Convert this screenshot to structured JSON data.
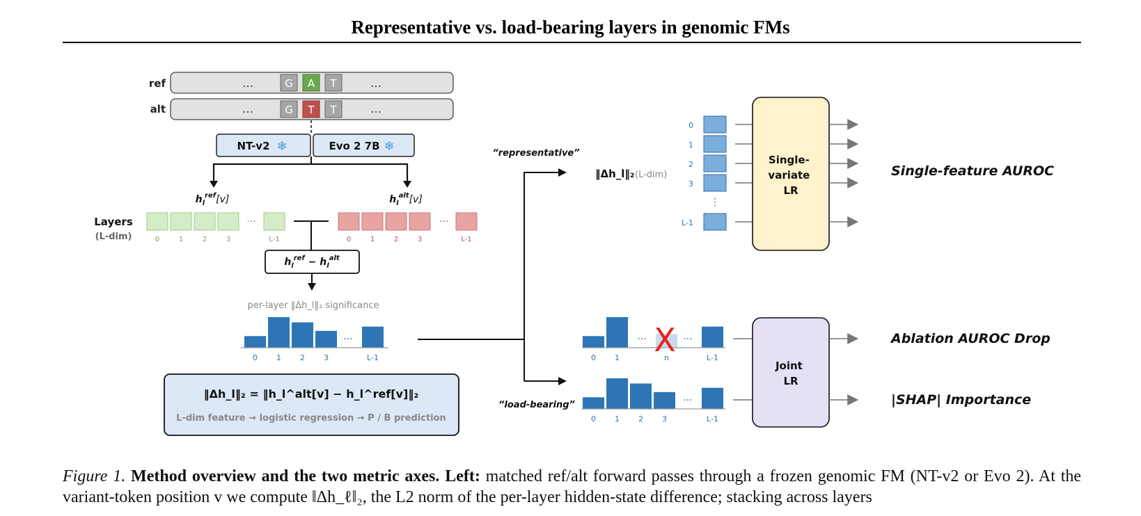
{
  "header": {
    "title": "Representative vs. load-bearing layers in genomic FMs"
  },
  "sequences": {
    "ref_label": "ref",
    "alt_label": "alt",
    "ellipsis": "…",
    "ref_bases": [
      "G",
      "A",
      "T"
    ],
    "alt_bases": [
      "G",
      "T",
      "T"
    ]
  },
  "models": {
    "left": "NT-v2",
    "right": "Evo 2 7B",
    "icon": "snowflake-icon"
  },
  "hidden": {
    "ref": "h_l^ref[v]",
    "alt": "h_l^alt[v]"
  },
  "layers": {
    "title": "Layers",
    "subtitle": "(L-dim)",
    "ticks": [
      "0",
      "1",
      "2",
      "3",
      "L-1"
    ],
    "ellipsis": "···"
  },
  "difference": {
    "label": "h_l^ref − h_l^alt"
  },
  "significance": {
    "title": "per-layer ‖Δh_l‖₂ significance",
    "ticks": [
      "0",
      "1",
      "2",
      "3",
      "L-1"
    ],
    "values": [
      0.38,
      1.0,
      0.83,
      0.55,
      0.69
    ]
  },
  "formula": {
    "main": "‖Δh_l‖₂ = ‖h_l^alt[v] − h_l^ref[v]‖₂",
    "pipeline": "L-dim feature → logistic regression → P / B prediction"
  },
  "branches": {
    "top": "“representative”",
    "bottom": "“load-bearing”"
  },
  "single_feature": {
    "norm_label": "‖Δh_l‖₂",
    "norm_suffix": "(L-dim)",
    "rows": [
      "0",
      "1",
      "2",
      "3",
      "L-1"
    ],
    "box": "Single-\nvariate\nLR",
    "output": "Single-feature AUROC"
  },
  "ablation": {
    "ticks": [
      "0",
      "1",
      "n",
      "L-1"
    ],
    "values": [
      0.38,
      1.0,
      0.45,
      0.69
    ],
    "mark": "X",
    "output": "Ablation AUROC Drop"
  },
  "shap": {
    "ticks": [
      "0",
      "1",
      "2",
      "3",
      "L-1"
    ],
    "values": [
      0.38,
      1.0,
      0.83,
      0.55,
      0.69
    ],
    "output": "|SHAP| Importance"
  },
  "joint": {
    "box": "Joint\nLR"
  },
  "colors": {
    "ref_green": "#6aa84f",
    "alt_red": "#c0504d",
    "bar_blue": "#2e75b6",
    "layer_green": "#d5ecc8",
    "layer_red": "#e8a3a3",
    "model_box": "#dce8f5",
    "single_box": "#fff2cc",
    "joint_box": "#e6e0f5"
  },
  "caption": {
    "label": "Figure 1.",
    "heading": "Method overview and the two metric axes.",
    "left_label": "Left:",
    "text1": "matched ref/alt forward passes through a frozen genomic FM (NT-v2 or Evo 2). At the variant-token position v we compute ‖Δh_ℓ‖₂, the L2 norm of the per-layer hidden-state difference; stacking across layers"
  }
}
